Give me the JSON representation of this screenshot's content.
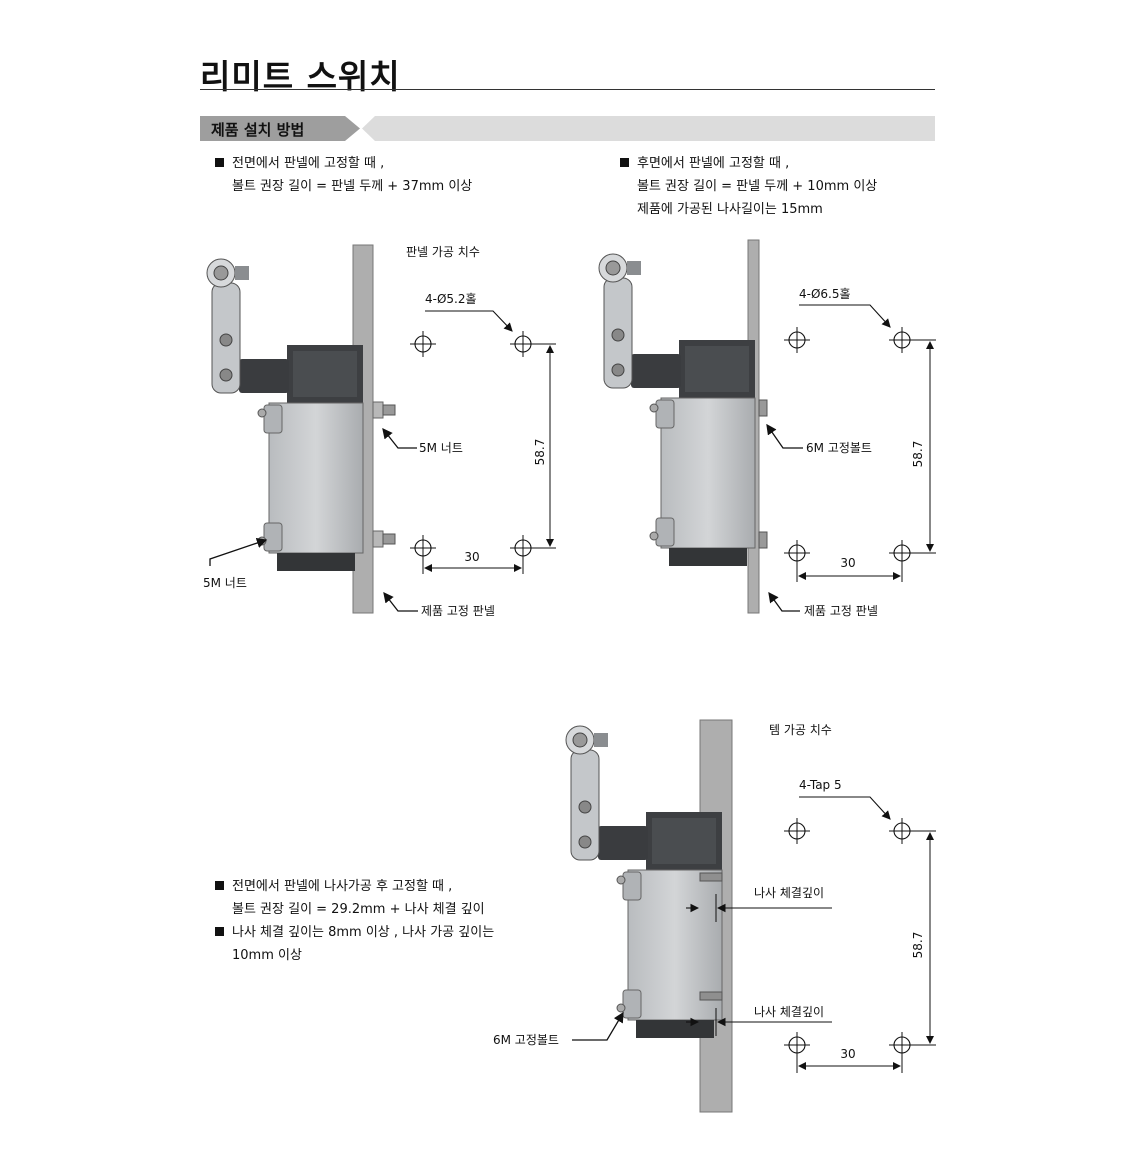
{
  "page_title": "리미트 스위치",
  "section_title": "제품 설치 방법",
  "notes": {
    "front_mount": [
      "전면에서 판넬에 고정할 때 ,",
      "볼트 권장 길이 = 판넬 두께 + 37mm 이상"
    ],
    "rear_mount": [
      "후면에서 판넬에 고정할 때 ,",
      "볼트 권장 길이 = 판넬 두께 + 10mm 이상",
      "제품에 가공된 나사길이는 15mm"
    ],
    "tapped_mount": [
      "전면에서 판넬에 나사가공 후 고정할 때 ,",
      "볼트 권장 길이 = 29.2mm + 나사 체결 깊이",
      "나사 체결 깊이는 8mm 이상 , 나사 가공 깊이는",
      "10mm 이상"
    ]
  },
  "fig1": {
    "cutout_title": "판넬 가공 치수",
    "hole_label": "4-Ø5.2홀",
    "nut_label_right": "5M 너트",
    "nut_label_left": "5M 너트",
    "panel_label": "제품 고정 판넬",
    "dim_vertical": "58.7",
    "dim_horizontal": "30"
  },
  "fig2": {
    "hole_label": "4-Ø6.5홀",
    "bolt_label": "6M 고정볼트",
    "panel_label": "제품 고정 판넬",
    "dim_vertical": "58.7",
    "dim_horizontal": "30"
  },
  "fig3": {
    "cutout_title": "템 가공 치수",
    "tap_label": "4-Tap 5",
    "depth_label_top": "나사 체결깊이",
    "depth_label_bottom": "나사 체결깊이",
    "bolt_label": "6M 고정볼트",
    "dim_vertical": "58.7",
    "dim_horizontal": "30"
  }
}
